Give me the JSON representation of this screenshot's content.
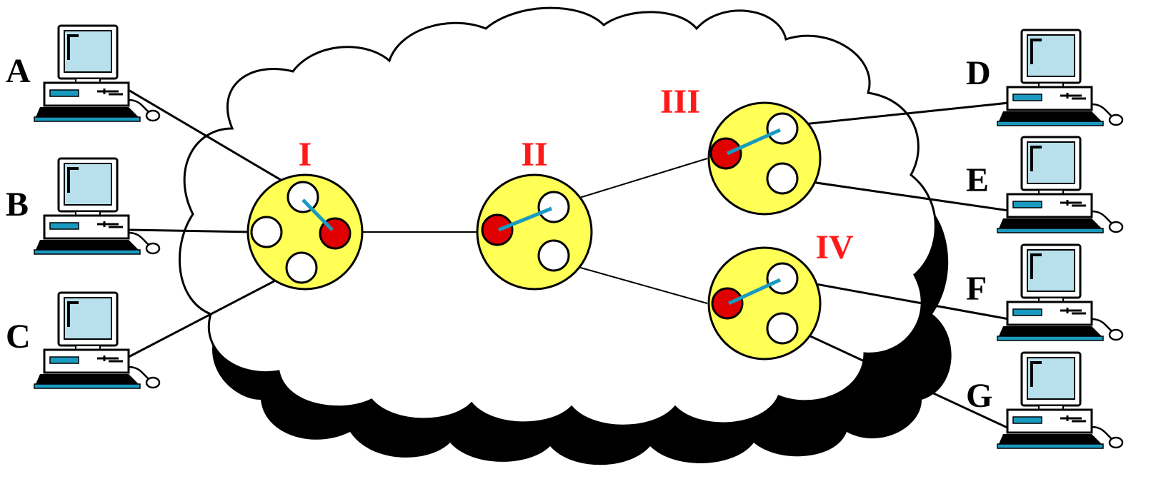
{
  "hosts": [
    {
      "label": "A"
    },
    {
      "label": "B"
    },
    {
      "label": "C"
    },
    {
      "label": "D"
    },
    {
      "label": "E"
    },
    {
      "label": "F"
    },
    {
      "label": "G"
    }
  ],
  "switches": [
    {
      "label": "I"
    },
    {
      "label": "II"
    },
    {
      "label": "III"
    },
    {
      "label": "IV"
    }
  ],
  "colors": {
    "switch_fill": "#ffff55",
    "active_port": "#e00000",
    "idle_port": "#ffffff",
    "internal_link": "#1a9ac0",
    "label_red": "#ff1a1a",
    "monitor_screen": "#b8e0ec",
    "keyboard_blue": "#1a9ac0"
  },
  "icons": {
    "host": "desktop-computer-icon",
    "network": "cloud-shape"
  }
}
